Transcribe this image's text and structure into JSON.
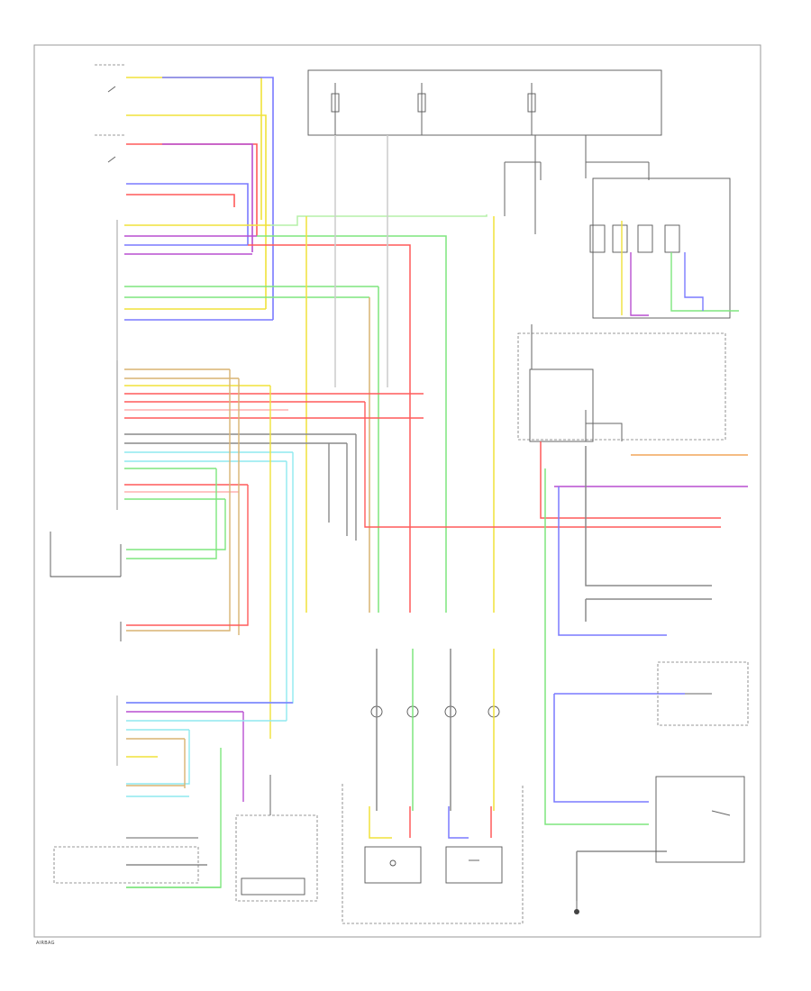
{
  "diagram": {
    "page_label": "AIRBAG",
    "blocks": [
      {
        "id": "hot-at-all-times-box",
        "text": ""
      },
      {
        "id": "passenger-seat-belt-buckle-switch",
        "text": ""
      },
      {
        "id": "passenger-occupant-detection-sensor",
        "text": ""
      },
      {
        "id": "driver-side-impact-sensor",
        "text": ""
      },
      {
        "id": "passenger-side-impact-sensor",
        "text": ""
      },
      {
        "id": "srs-unit",
        "text": ""
      },
      {
        "id": "airbag-indicator-module",
        "text": ""
      },
      {
        "id": "driver-airbag-module",
        "text": ""
      },
      {
        "id": "passenger-airbag-module",
        "text": ""
      },
      {
        "id": "airbag-control-connector",
        "text": ""
      },
      {
        "id": "ground",
        "text": ""
      }
    ]
  },
  "colors": {
    "red": "#ff5a5a",
    "yellow": "#f0e23a",
    "green": "#7ee67e",
    "blue": "#7a7aff",
    "violet": "#b84fd1",
    "orange": "#f2a65a",
    "tan": "#d9b472",
    "cyan": "#8fe9ef",
    "light_green": "#b6f0a8",
    "gray": "#8a8a8a",
    "pink": "#ffb0b0",
    "frame": "#9a9a9a"
  }
}
